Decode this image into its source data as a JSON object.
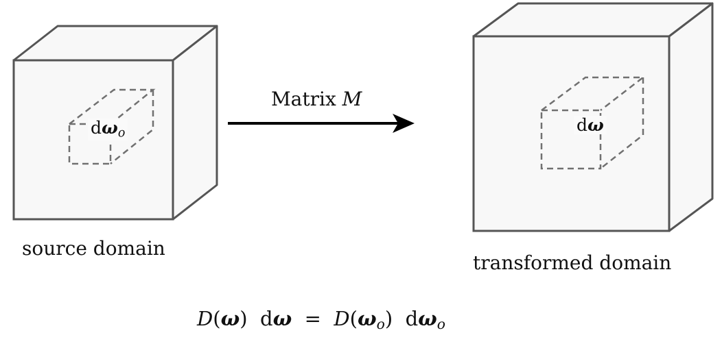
{
  "source": {
    "label": "source domain",
    "inner_label": {
      "d": "d",
      "omega": "ω",
      "sub": "o"
    }
  },
  "transform": {
    "label_word": "Matrix",
    "label_symbol": "M"
  },
  "target": {
    "label": "transformed domain",
    "inner_label": {
      "d": "d",
      "omega": "ω"
    }
  },
  "equation": {
    "D": "D",
    "lp": "(",
    "omega": "ω",
    "rp": ")",
    "d": "d",
    "eq": "=",
    "sub": "o"
  },
  "colors": {
    "cube_stroke": "#555555",
    "cube_fill": "#f8f8f8",
    "dash_stroke": "#707070",
    "arrow": "#000000"
  }
}
